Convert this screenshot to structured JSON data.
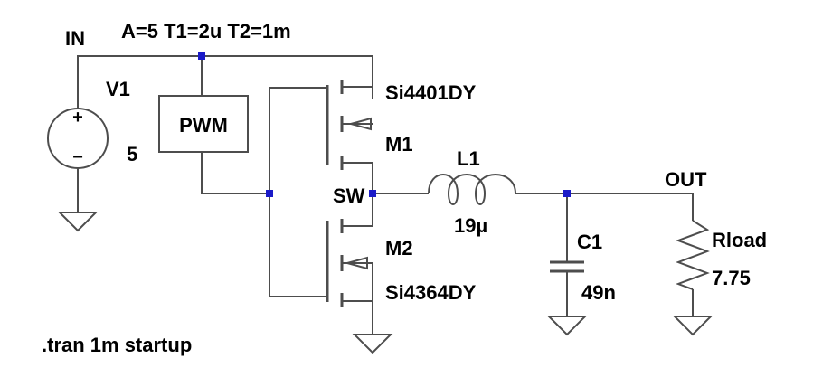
{
  "labels": {
    "in": "IN",
    "pwm_params": "A=5 T1=2u T2=1m",
    "v1_name": "V1",
    "v1_value": "5",
    "pwm": "PWM",
    "m1_part": "Si4401DY",
    "m1_name": "M1",
    "l1_name": "L1",
    "l1_value": "19µ",
    "sw": "SW",
    "out": "OUT",
    "m2_name": "M2",
    "m2_part": "Si4364DY",
    "c1_name": "C1",
    "c1_value": "49n",
    "rload_name": "Rload",
    "rload_value": "7.75",
    "directive": ".tran 1m startup"
  },
  "symbols": {
    "v1_plus": "+",
    "v1_minus": "−"
  },
  "colors": {
    "wire": "#4d4d4d",
    "junction": "#1a1ac8"
  }
}
